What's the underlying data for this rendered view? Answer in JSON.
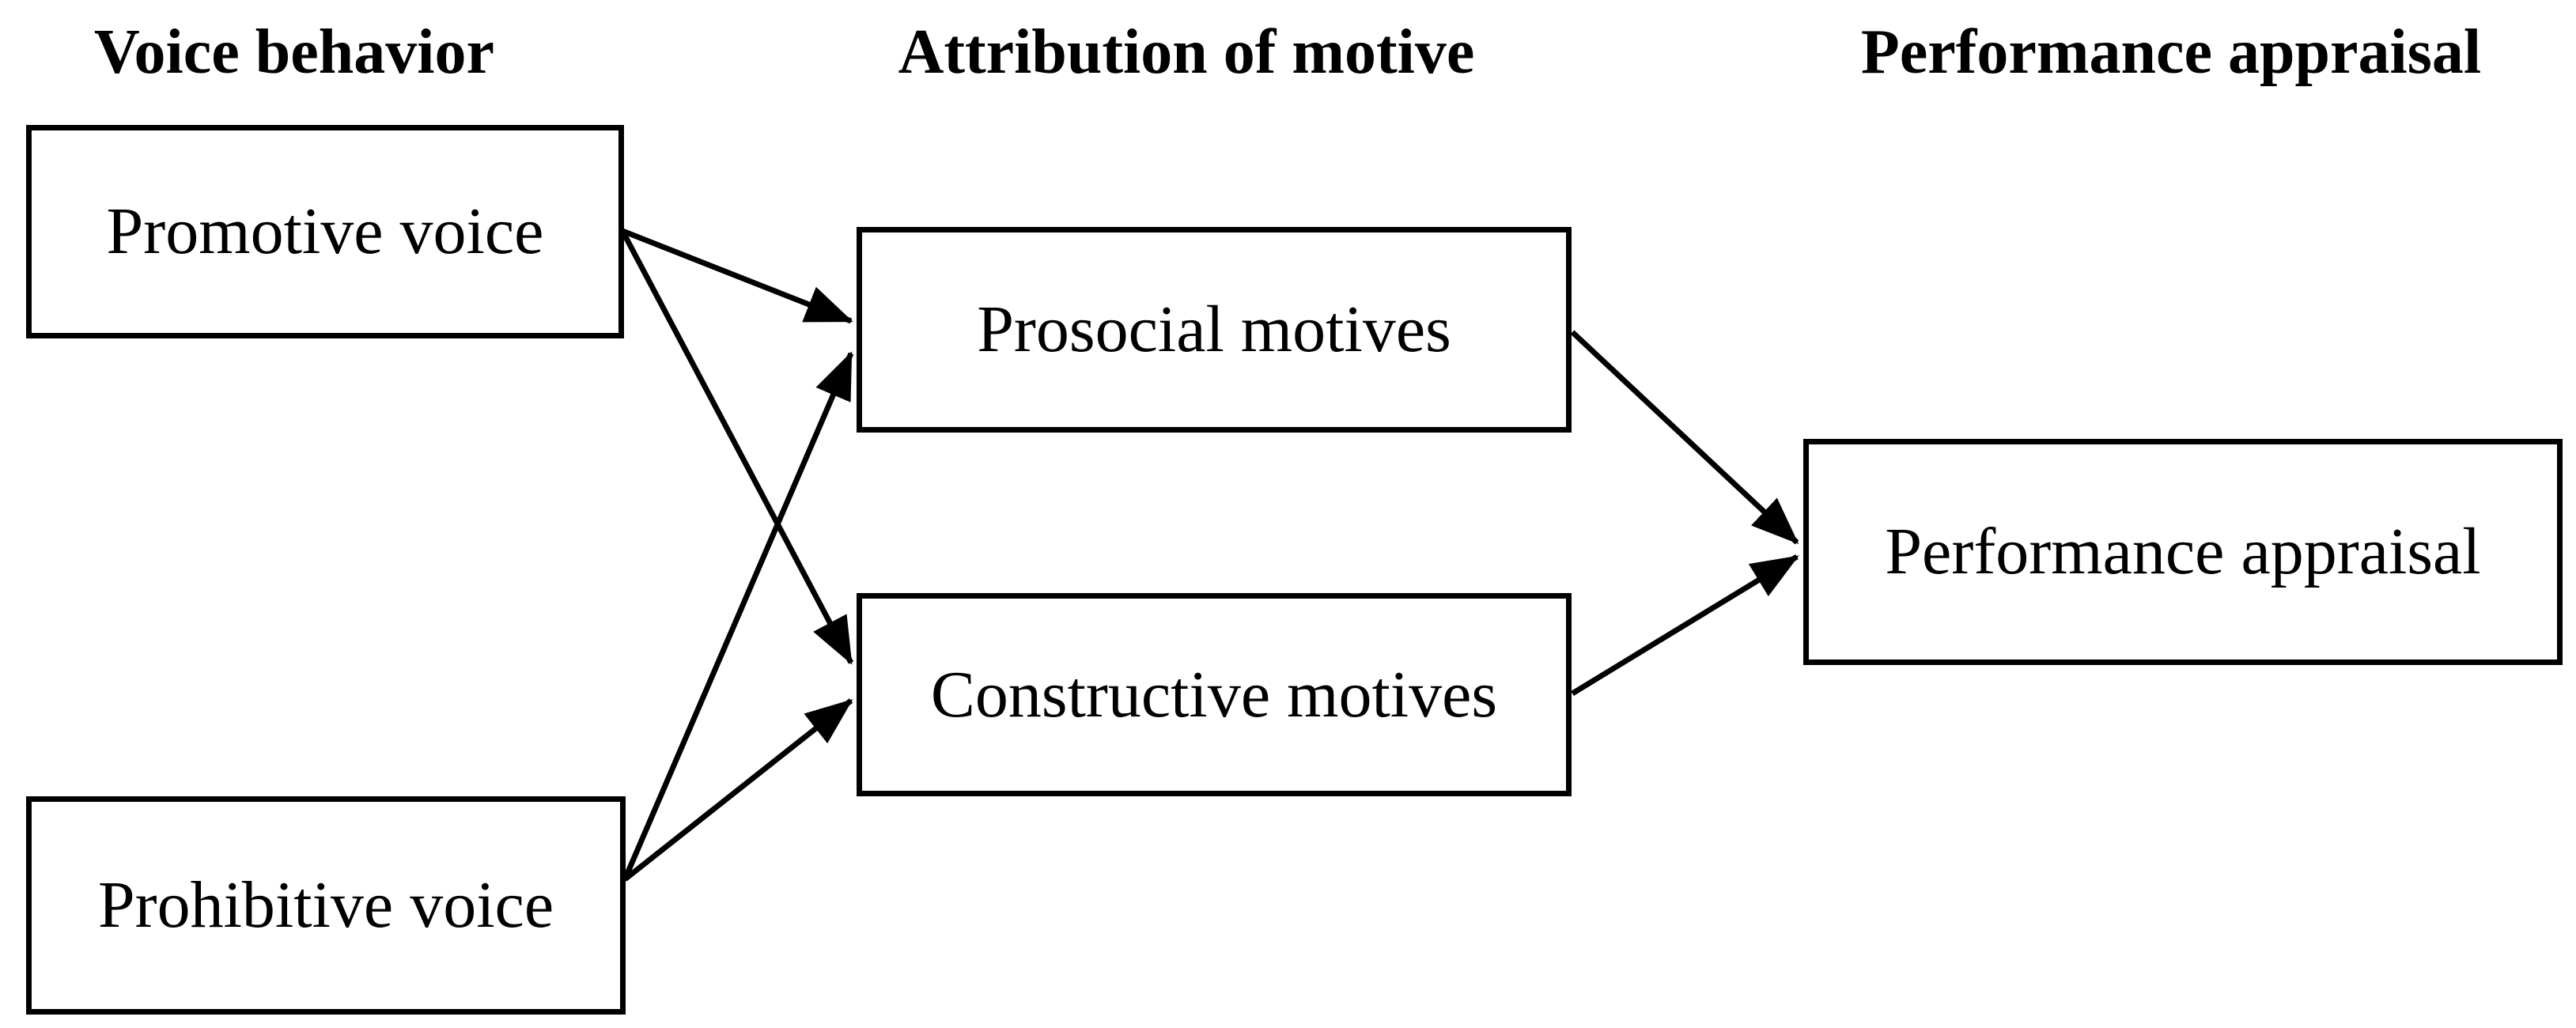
{
  "diagram": {
    "type": "path-model",
    "colors": {
      "foreground": "#000000",
      "background": "#ffffff"
    },
    "columns": [
      {
        "id": "voice-behavior",
        "label": "Voice behavior"
      },
      {
        "id": "attribution-of-motive",
        "label": "Attribution of motive"
      },
      {
        "id": "performance-appraisal",
        "label": "Performance appraisal"
      }
    ],
    "nodes": [
      {
        "id": "promotive-voice",
        "label": "Promotive voice",
        "column": "voice-behavior"
      },
      {
        "id": "prohibitive-voice",
        "label": "Prohibitive voice",
        "column": "voice-behavior"
      },
      {
        "id": "prosocial-motives",
        "label": "Prosocial motives",
        "column": "attribution-of-motive"
      },
      {
        "id": "constructive-motives",
        "label": "Constructive motives",
        "column": "attribution-of-motive"
      },
      {
        "id": "performance-appraisal",
        "label": "Performance appraisal",
        "column": "performance-appraisal"
      }
    ],
    "edges": [
      {
        "from": "promotive-voice",
        "to": "prosocial-motives"
      },
      {
        "from": "promotive-voice",
        "to": "constructive-motives"
      },
      {
        "from": "prohibitive-voice",
        "to": "prosocial-motives"
      },
      {
        "from": "prohibitive-voice",
        "to": "constructive-motives"
      },
      {
        "from": "prosocial-motives",
        "to": "performance-appraisal"
      },
      {
        "from": "constructive-motives",
        "to": "performance-appraisal"
      }
    ]
  }
}
